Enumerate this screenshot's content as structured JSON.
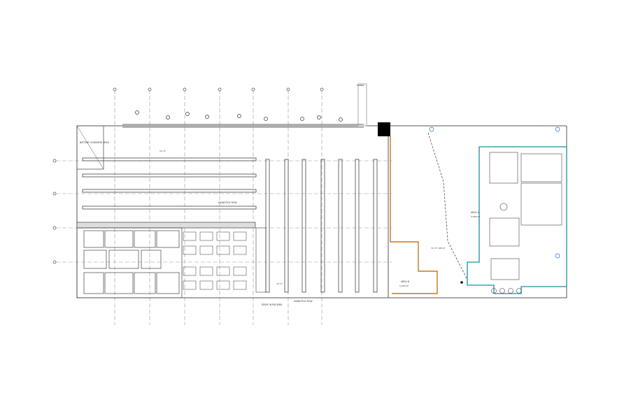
{
  "plan": {
    "labels": {
      "battery_charging_area": "BATTERY CHARGING AREA",
      "hand_pick_row_top": "HAND PICK ROW",
      "hand_pick_row_bottom": "HAND PICK ROW",
      "drive_in_racking": "DRIVE IN RACKING",
      "area_a": "AREA A",
      "area_a_sf": "3,000 SF",
      "area_b": "AREA B",
      "area_b_sf": "5,000 SF",
      "dim_top": "12'-0\"",
      "dim_center": "72'-0\" 108'-0\"",
      "dim_bottom": "13'-0\""
    },
    "colors": {
      "line": "#555555",
      "grid": "#888888",
      "area_b_outline": "#c8771f",
      "area_a_outline": "#1a8fa6",
      "dashed_divider": "#333333",
      "fill_dark": "#000000"
    },
    "icons": [
      "column-marker-icon",
      "north-door-icon",
      "dock-block-icon"
    ]
  }
}
